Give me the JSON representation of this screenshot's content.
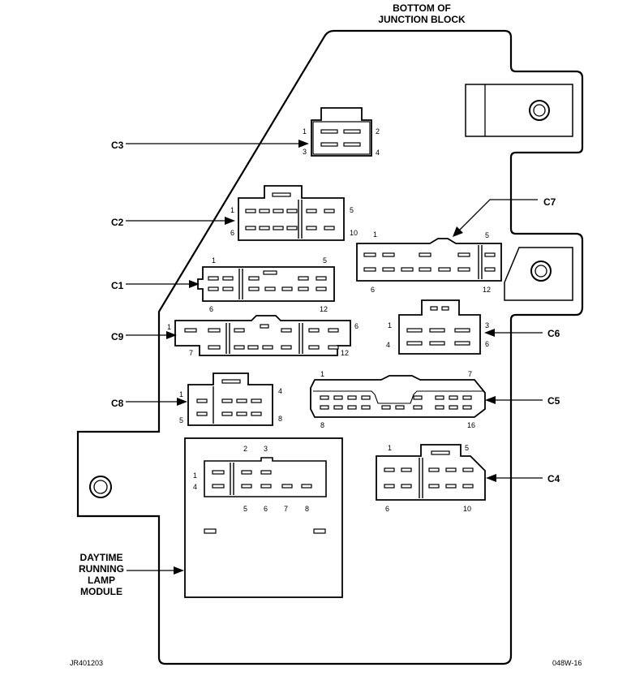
{
  "title": {
    "line1": "BOTTOM OF",
    "line2": "JUNCTION BLOCK"
  },
  "connectors": {
    "c1": {
      "label": "C1",
      "pin_top_left": "1",
      "pin_top_right": "5",
      "pin_bottom_left": "6",
      "pin_bottom_right": "12"
    },
    "c2": {
      "label": "C2",
      "pin_left_top": "1",
      "pin_left_bottom": "6",
      "pin_right_top": "5",
      "pin_right_bottom": "10"
    },
    "c3": {
      "label": "C3",
      "pin_left_top": "1",
      "pin_left_bottom": "3",
      "pin_right_top": "2",
      "pin_right_bottom": "4"
    },
    "c4": {
      "label": "C4",
      "pin_top_left": "1",
      "pin_top_right": "5",
      "pin_bottom_left": "6",
      "pin_bottom_right": "10"
    },
    "c5": {
      "label": "C5",
      "pin_top_left": "1",
      "pin_top_right": "7",
      "pin_bottom_left": "8",
      "pin_bottom_right": "16"
    },
    "c6": {
      "label": "C6",
      "pin_left_top": "1",
      "pin_left_bottom": "4",
      "pin_right_top": "3",
      "pin_right_bottom": "6"
    },
    "c7": {
      "label": "C7",
      "pin_top_left": "1",
      "pin_top_right": "5",
      "pin_bottom_left": "6",
      "pin_bottom_right": "12"
    },
    "c8": {
      "label": "C8",
      "pin_left_top": "1",
      "pin_left_bottom": "5",
      "pin_right_top": "4",
      "pin_right_bottom": "8"
    },
    "c9": {
      "label": "C9",
      "pin_left_top": "1",
      "pin_left_bottom": "7",
      "pin_right_top": "6",
      "pin_right_bottom": "12"
    }
  },
  "drl_module": {
    "label_lines": [
      "DAYTIME",
      "RUNNING",
      "LAMP",
      "MODULE"
    ],
    "pins": {
      "p1": "1",
      "p2": "2",
      "p3": "3",
      "p4": "4",
      "p5": "5",
      "p6": "6",
      "p7": "7",
      "p8": "8"
    }
  },
  "footer": {
    "left_code": "JR401203",
    "right_code": "048W-16"
  }
}
